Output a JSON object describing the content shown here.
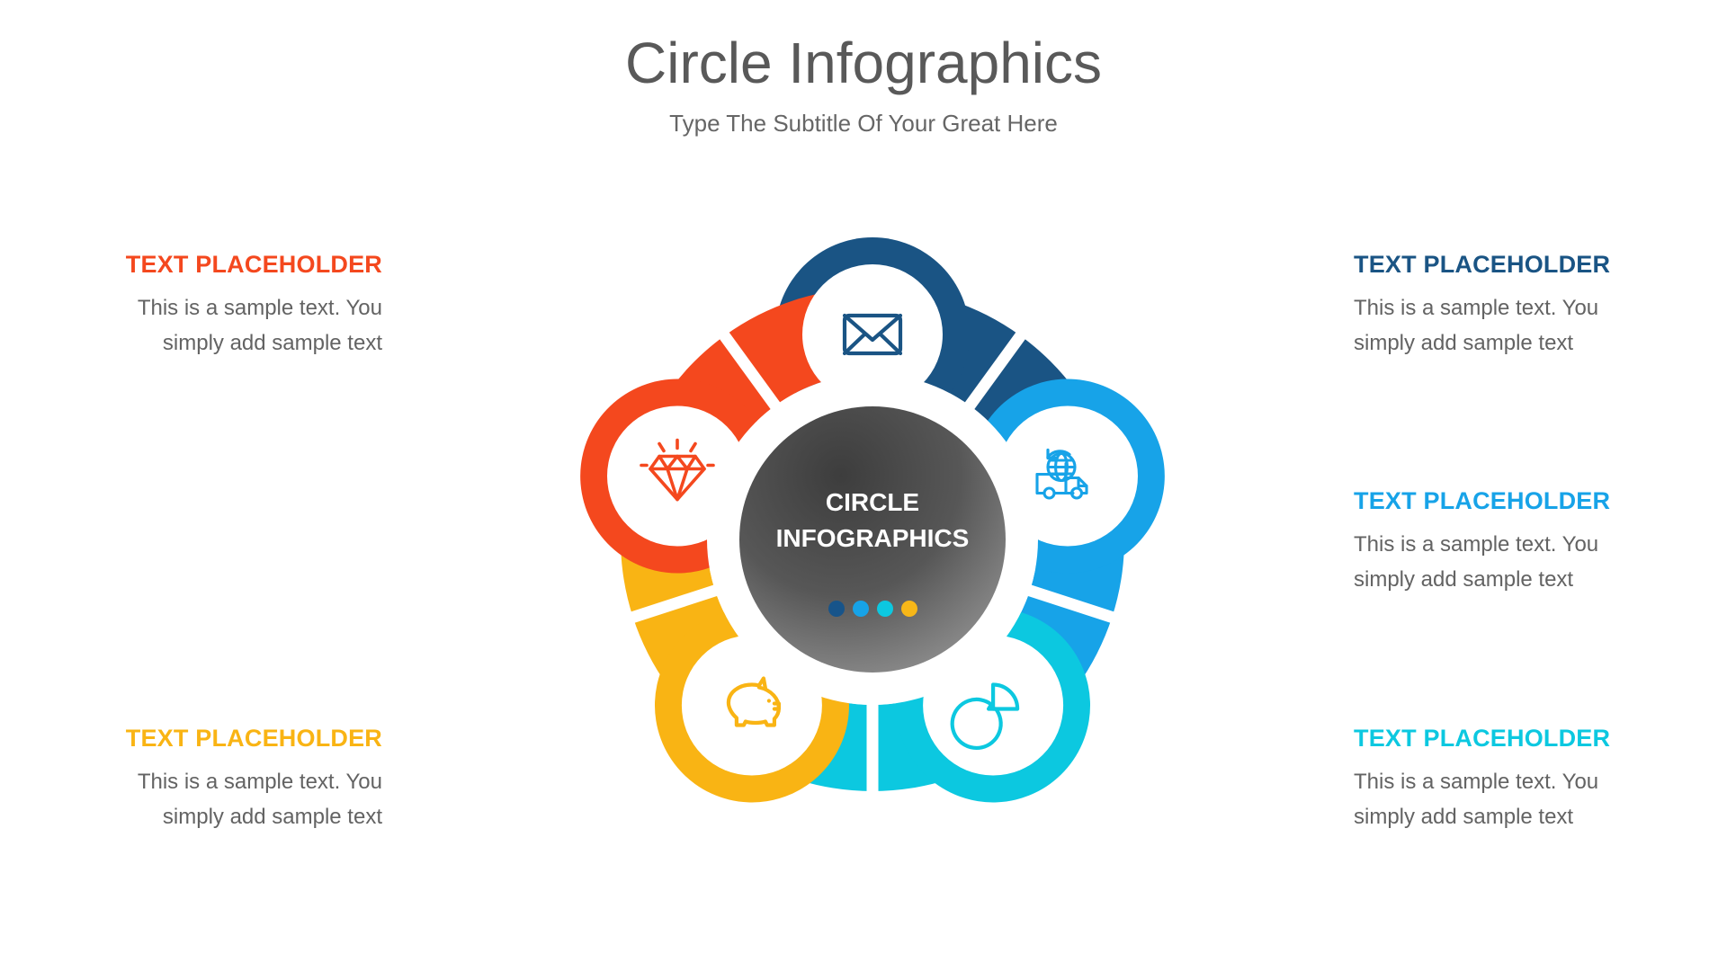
{
  "header": {
    "title": "Circle Infographics",
    "subtitle": "Type The Subtitle Of Your Great Here"
  },
  "center": {
    "line1": "CIRCLE",
    "line2": "INFOGRAPHICS",
    "gradient_from": "#3a3a3a",
    "gradient_to": "#8c8c8c",
    "dots": [
      {
        "name": "dot-navy",
        "color": "#17548a"
      },
      {
        "name": "dot-blue",
        "color": "#17a3e8"
      },
      {
        "name": "dot-cyan",
        "color": "#0cc8e0"
      },
      {
        "name": "dot-amber",
        "color": "#f7b718"
      }
    ]
  },
  "segments": [
    {
      "id": "mail",
      "title": "TEXT PLACEHOLDER",
      "body": "This is a sample text. You simply add sample text",
      "color": "#1a5484",
      "icon": "envelope-icon",
      "side": "right"
    },
    {
      "id": "delivery",
      "title": "TEXT PLACEHOLDER",
      "body": "This is a sample text. You simply add sample text",
      "color": "#17a3e8",
      "icon": "delivery-truck-globe-icon",
      "side": "right"
    },
    {
      "id": "analytics",
      "title": "TEXT PLACEHOLDER",
      "body": "This is a sample text. You simply add sample text",
      "color": "#0cc8e0",
      "icon": "pie-chart-icon",
      "side": "right"
    },
    {
      "id": "savings",
      "title": "TEXT PLACEHOLDER",
      "body": "This is a sample text. You simply add sample text",
      "color": "#f9b414",
      "icon": "piggy-bank-icon",
      "side": "left"
    },
    {
      "id": "quality",
      "title": "TEXT PLACEHOLDER",
      "body": "This is a sample text. You simply add sample text",
      "color": "#f4481e",
      "icon": "diamond-icon",
      "side": "left"
    }
  ],
  "chart_data": {
    "type": "pie",
    "title": "Circle Infographics",
    "subtitle": "Type The Subtitle Of Your Great Here",
    "categories": [
      "TEXT PLACEHOLDER",
      "TEXT PLACEHOLDER",
      "TEXT PLACEHOLDER",
      "TEXT PLACEHOLDER",
      "TEXT PLACEHOLDER"
    ],
    "values": [
      20,
      20,
      20,
      20,
      20
    ],
    "colors": [
      "#1a5484",
      "#17a3e8",
      "#0cc8e0",
      "#f9b414",
      "#f4481e"
    ],
    "icons": [
      "envelope-icon",
      "delivery-truck-globe-icon",
      "pie-chart-icon",
      "piggy-bank-icon",
      "diamond-icon"
    ],
    "legend_position": "sides",
    "grid": false,
    "notes": "Five equal donut segments of 72 degrees each, arranged clockwise starting at top; each segment carries an outward lobe containing a white icon circle."
  }
}
